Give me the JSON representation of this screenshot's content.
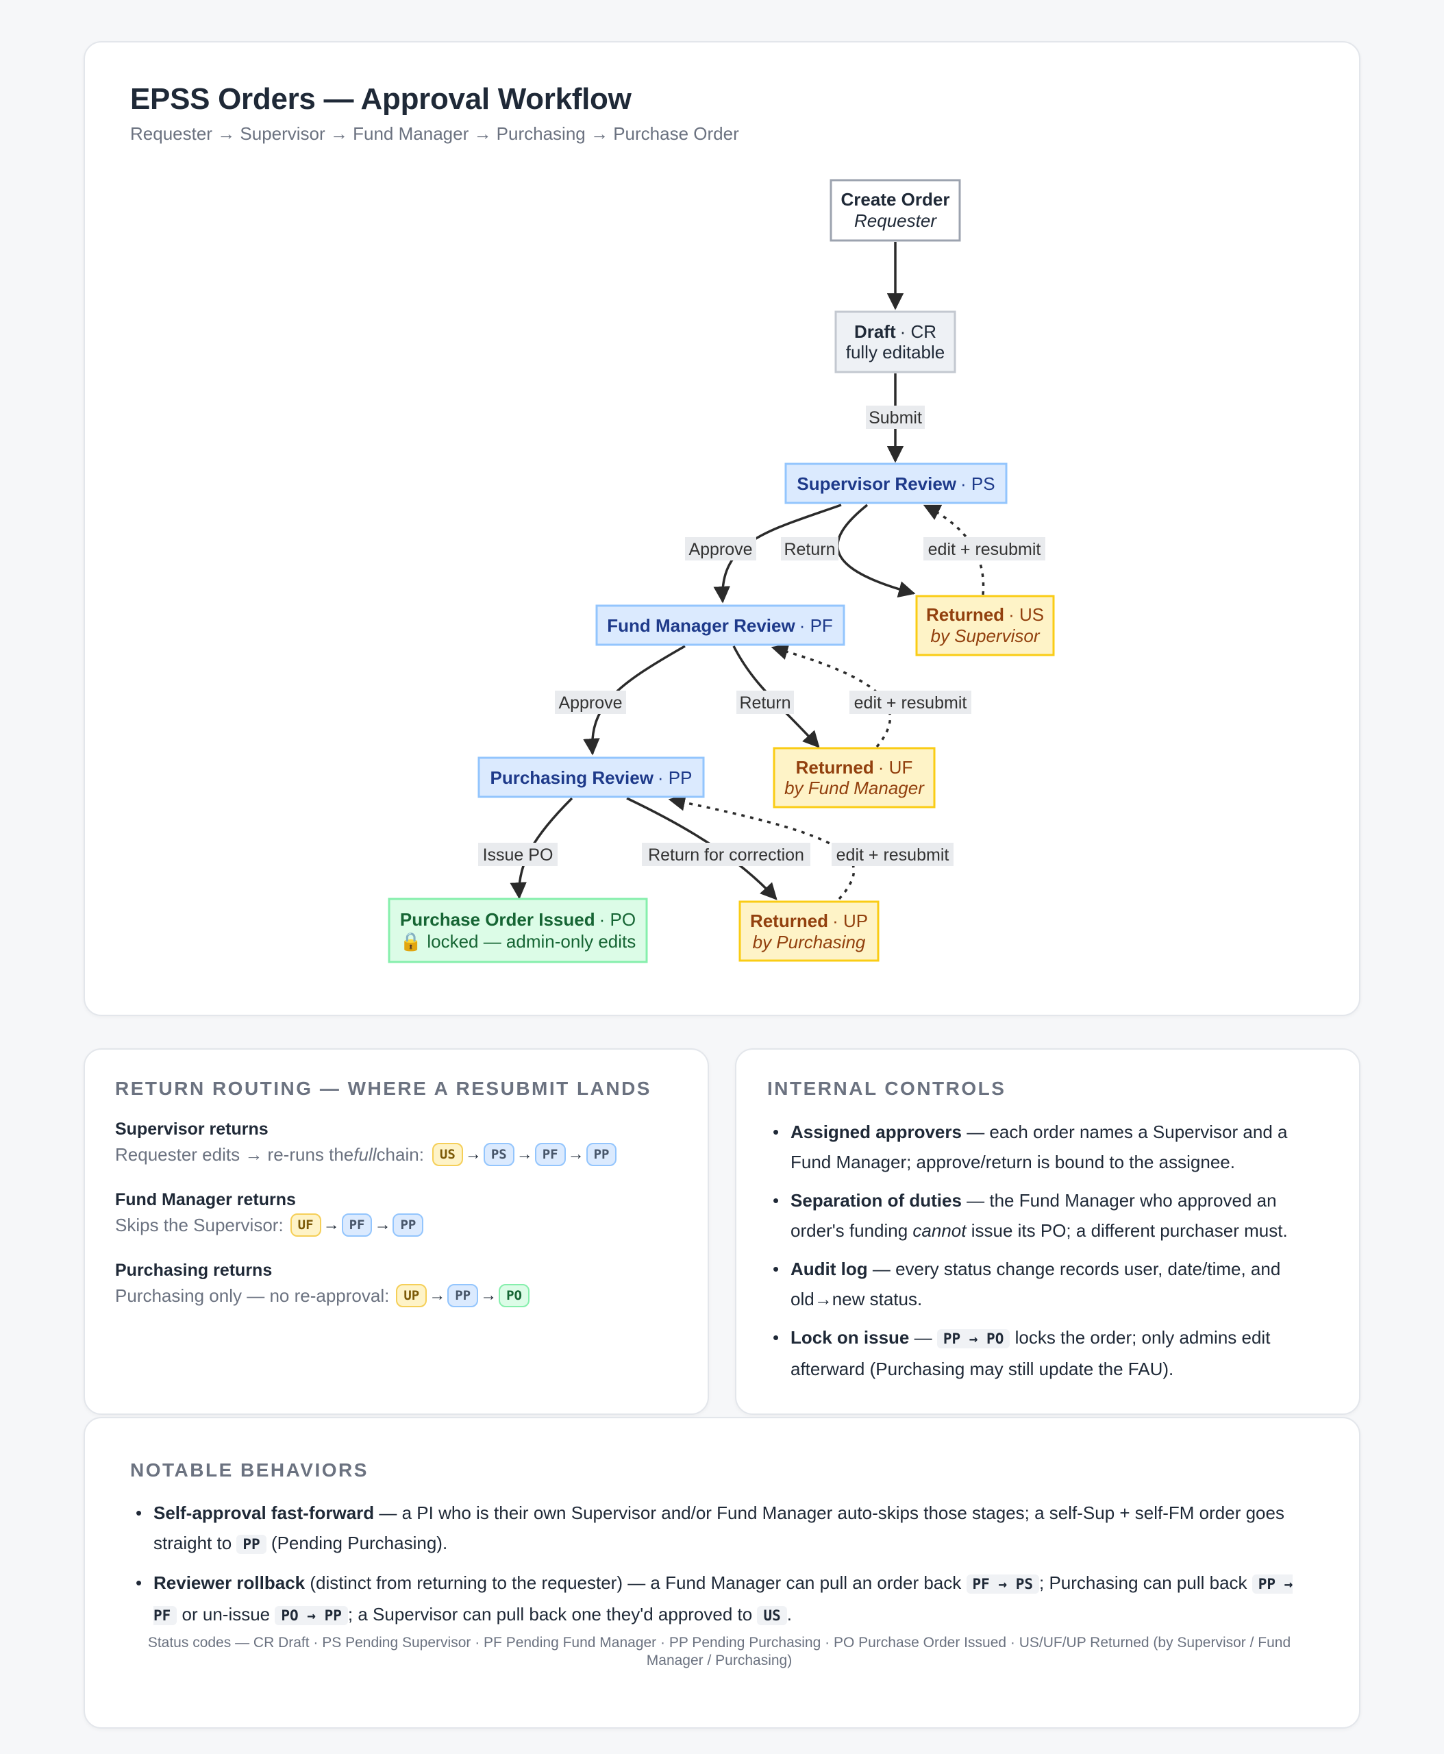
{
  "header": {
    "title": "EPSS Orders — Approval Workflow",
    "subtitle": "Requester → Supervisor → Fund Manager → Purchasing → Purchase Order"
  },
  "flow": {
    "nodes": {
      "create": {
        "title": "Create Order",
        "sub": "Requester"
      },
      "draft": {
        "title": "Draft",
        "code": "· CR",
        "sub": "fully editable"
      },
      "ps": {
        "title": "Supervisor Review",
        "code": "· PS"
      },
      "us": {
        "title": "Returned",
        "code": "· US",
        "sub": "by Supervisor"
      },
      "pf": {
        "title": "Fund Manager Review",
        "code": "· PF"
      },
      "uf": {
        "title": "Returned",
        "code": "· UF",
        "sub": "by Fund Manager"
      },
      "pp": {
        "title": "Purchasing Review",
        "code": "· PP"
      },
      "up": {
        "title": "Returned",
        "code": "· UP",
        "sub": "by Purchasing"
      },
      "po": {
        "title": "Purchase Order Issued",
        "code": "· PO",
        "sub": "🔒 locked — admin-only edits"
      }
    },
    "labels": {
      "submit": "Submit",
      "approve1": "Approve",
      "return1": "Return",
      "resubmit1": "edit + resubmit",
      "approve2": "Approve",
      "return2": "Return",
      "resubmit2": "edit + resubmit",
      "issue": "Issue PO",
      "return3": "Return for correction",
      "resubmit3": "edit + resubmit"
    }
  },
  "routing": {
    "heading": "Return routing — where a resubmit lands",
    "items": [
      {
        "title": "Supervisor returns",
        "pre": "Requester edits → re-runs the ",
        "em": "full",
        "post": " chain:",
        "chips": [
          "US",
          "PS",
          "PF",
          "PP"
        ]
      },
      {
        "title": "Fund Manager returns",
        "pre": "Skips the Supervisor:",
        "chips": [
          "UF",
          "PF",
          "PP"
        ]
      },
      {
        "title": "Purchasing returns",
        "pre": "Purchasing only — no re-approval:",
        "chips": [
          "UP",
          "PP",
          "PO"
        ]
      }
    ]
  },
  "controls": {
    "heading": "Internal controls",
    "items": [
      {
        "bold": "Assigned approvers",
        "text": " — each order names a Supervisor and a Fund Manager; approve/return is bound to the assignee."
      },
      {
        "bold": "Separation of duties",
        "text1": " — the Fund Manager who approved an order's funding ",
        "em": "cannot",
        "text2": " issue its PO; a different purchaser must."
      },
      {
        "bold": "Audit log",
        "text": " — every status change records user, date/time, and old→new status."
      },
      {
        "bold": "Lock on issue",
        "sep": " — ",
        "code": "PP → PO",
        "text": " locks the order; only admins edit afterward (Purchasing may still update the FAU)."
      }
    ]
  },
  "behaviors": {
    "heading": "Notable behaviors",
    "items": [
      {
        "bold": "Self-approval fast-forward",
        "text1": " — a PI who is their own Supervisor and/or Fund Manager auto-skips those stages; a self-Sup + self-FM order goes straight to ",
        "code1": "PP",
        "text2": " (Pending Purchasing)."
      },
      {
        "bold": "Reviewer rollback",
        "text1": " (distinct from returning to the requester) — a Fund Manager can pull an order back ",
        "code1": "PF → PS",
        "text2": "; Purchasing can pull back ",
        "code2": "PP → PF",
        "text3": " or un-issue ",
        "code3": "PO → PP",
        "text4": "; a Supervisor can pull back one they'd approved to ",
        "code4": "US",
        "text5": "."
      }
    ],
    "footnote": "Status codes — CR Draft · PS Pending Supervisor · PF Pending Fund Manager · PP Pending Purchasing · PO Purchase Order Issued · US/UF/UP Returned (by Supervisor / Fund Manager / Purchasing)"
  },
  "colors": {
    "neutral_fill": "#eef1f5",
    "neutral_stroke": "#9ca3af",
    "blue_fill": "#dbeafe",
    "blue_stroke": "#93c5fd",
    "blue_text": "#1e3a8a",
    "yellow_fill": "#fef3c7",
    "yellow_stroke": "#facc15",
    "yellow_text": "#92400e",
    "green_fill": "#dcfce7",
    "green_stroke": "#86efac",
    "green_text": "#166534"
  }
}
